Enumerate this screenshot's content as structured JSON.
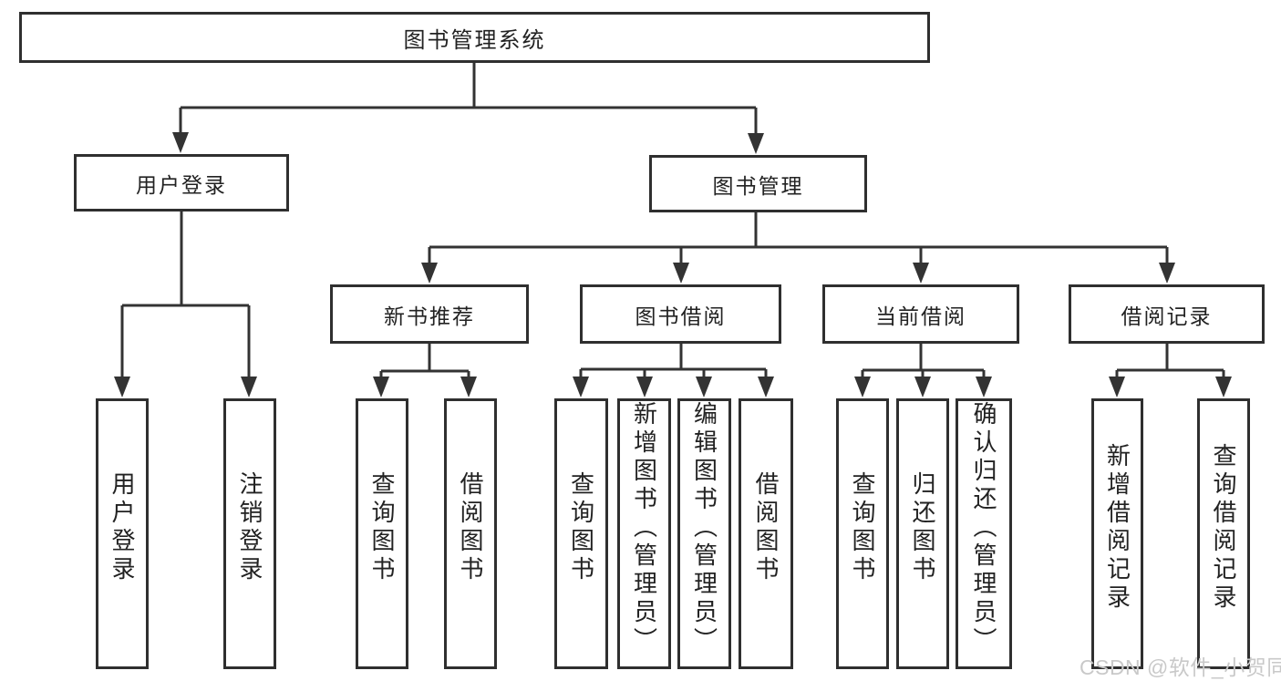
{
  "nodes": {
    "root": "图书管理系统",
    "user_login": "用户登录",
    "book_mgmt": "图书管理",
    "new_book_rec": "新书推荐",
    "book_borrow": "图书借阅",
    "current_borrow": "当前借阅",
    "borrow_records": "借阅记录",
    "leaf_user_login": "用户登录",
    "leaf_logout": "注销登录",
    "rec_query": "查询图书",
    "rec_borrow": "借阅图书",
    "bb_query": "查询图书",
    "bb_add": "新增图书（管理员）",
    "bb_edit": "编辑图书（管理员）",
    "bb_borrow": "借阅图书",
    "cb_query": "查询图书",
    "cb_return": "归还图书",
    "cb_confirm": "确认归还（管理员）",
    "br_add": "新增借阅记录",
    "br_query": "查询借阅记录"
  },
  "watermark": "CSDN @软件_小贺同学",
  "colors": {
    "line": "#333333",
    "border": "#2f2f2f",
    "text": "#222222",
    "background": "#ffffff",
    "watermark": "#c9c9c9"
  }
}
